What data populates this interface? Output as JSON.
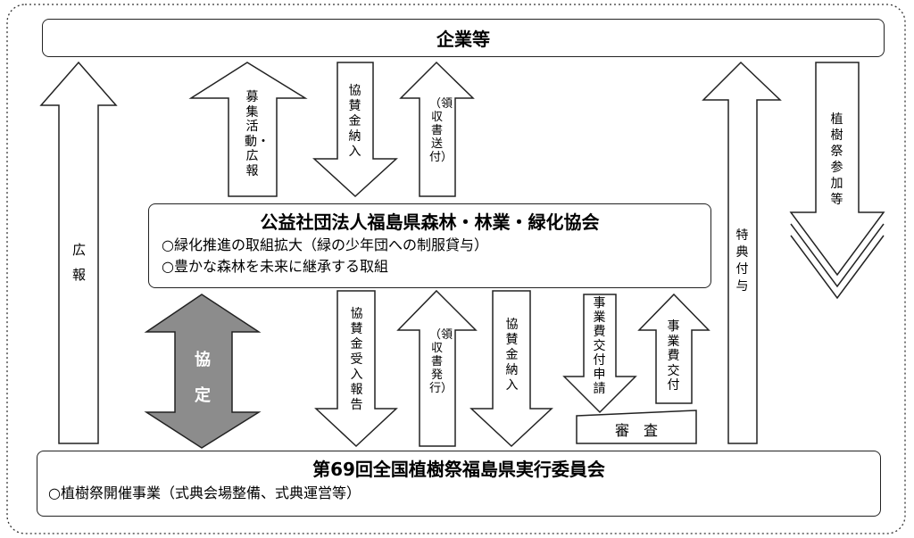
{
  "companies": {
    "title": "企業等"
  },
  "association": {
    "title": "公益社団法人福島県森林・林業・緑化協会",
    "items": [
      "○緑化推進の取組拡大（緑の少年団への制服貸与）",
      "○豊かな森林を未来に継承する取組"
    ]
  },
  "committee": {
    "title": "第69回全国植樹祭福島県実行委員会",
    "items": [
      "○植樹祭開催事業（式典会場整備、式典運営等）"
    ]
  },
  "arrows": {
    "pr_left": "広報",
    "recruit_pr": "募集活動・広報",
    "payment_top": "協賛金納入",
    "receipt_send": "（領収書送付）",
    "benefit": "特典付与",
    "participation": "植樹祭参加等",
    "agreement": "協定",
    "receipt_report": "協賛金受入報告",
    "receipt_issue": "（領収書発行）",
    "payment_bottom": "協賛金納入",
    "grant_request": "事業費交付申請",
    "grant_issue": "事業費交付"
  },
  "review": "審　査"
}
